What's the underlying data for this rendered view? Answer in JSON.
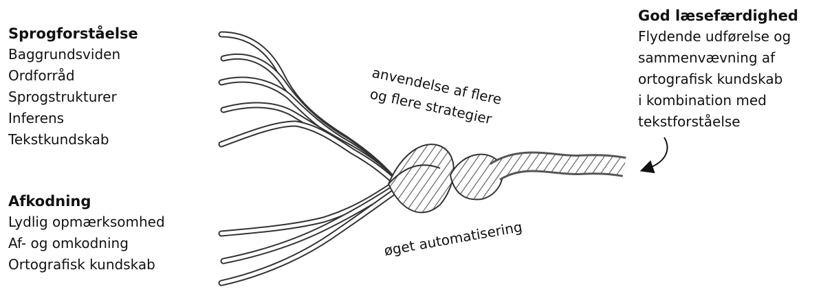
{
  "comprehension": {
    "heading": "Sprogforståelse",
    "items": [
      "Baggrundsviden",
      "Ordforråd",
      "Sprogstrukturer",
      "Inferens",
      "Tekstkundskab"
    ]
  },
  "decoding": {
    "heading": "Afkodning",
    "items": [
      "Lydlig opmærksomhed",
      "Af- og omkodning",
      "Ortografisk kundskab"
    ]
  },
  "goal": {
    "heading": "God læsefærdighed",
    "lines": [
      "Flydende udførelse og",
      "sammenvævning af",
      "ortografisk kundskab",
      "i kombination med",
      "tekstforståelse"
    ]
  },
  "annotations": {
    "strategies_line1": "anvendelse af flere",
    "strategies_line2": "og flere strategier",
    "automation": "øget automatisering"
  }
}
